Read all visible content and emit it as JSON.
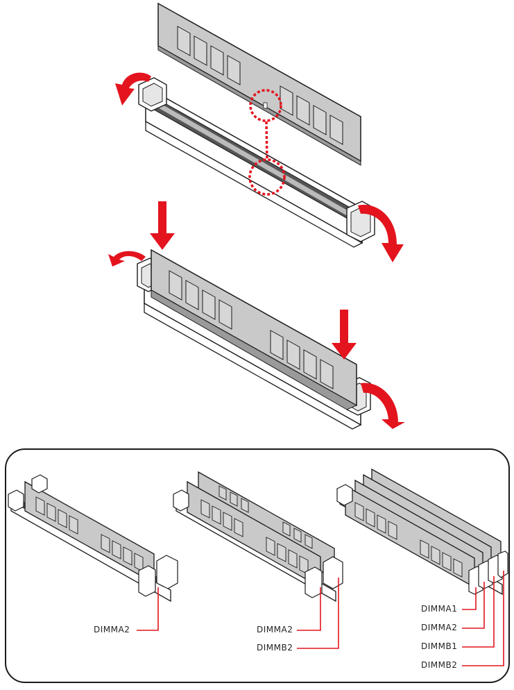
{
  "colors": {
    "accent": "#e3141e",
    "module_fill": "#c9c9c9",
    "chip_fill": "#d6d6d6",
    "slot_dark": "#555555",
    "outline": "#1a1a1a"
  },
  "icons": [
    "rotate-arrow-icon",
    "down-arrow-icon",
    "notch-highlight-icon"
  ],
  "labels": {
    "one_module": [
      "DIMMA2"
    ],
    "two_modules": [
      "DIMMA2",
      "DIMMB2"
    ],
    "four_modules": [
      "DIMMA1",
      "DIMMA2",
      "DIMMB1",
      "DIMMB2"
    ]
  }
}
